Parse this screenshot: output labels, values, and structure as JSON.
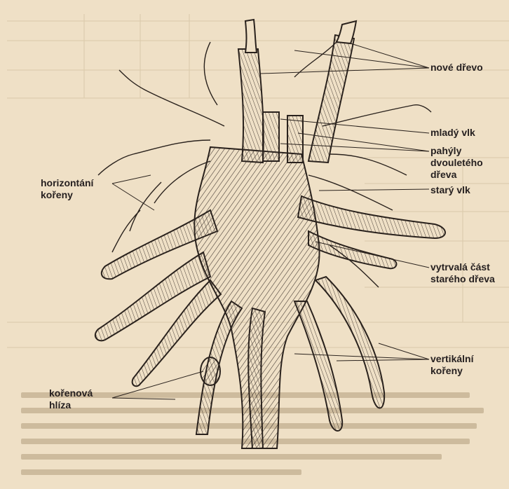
{
  "labels": {
    "nove_drevo": "nové dřevo",
    "mlady_vlk": "mladý vlk",
    "pahyly_line1": "pahýly",
    "pahyly_line2": "dvouletého",
    "pahyly_line3": "dřeva",
    "stary_vlk": "starý vlk",
    "horizontalni_line1": "horizontání",
    "horizontalni_line2": "kořeny",
    "vytrvala_line1": "vytrvalá část",
    "vytrvala_line2": "starého dřeva",
    "vertikalni_line1": "vertikální",
    "vertikalni_line2": "kořeny",
    "korenova_line1": "kořenová",
    "korenova_line2": "hlíza"
  },
  "colors": {
    "paper": "#efe0c6",
    "ink": "#262020",
    "ghost_text": "#c9b89a"
  }
}
